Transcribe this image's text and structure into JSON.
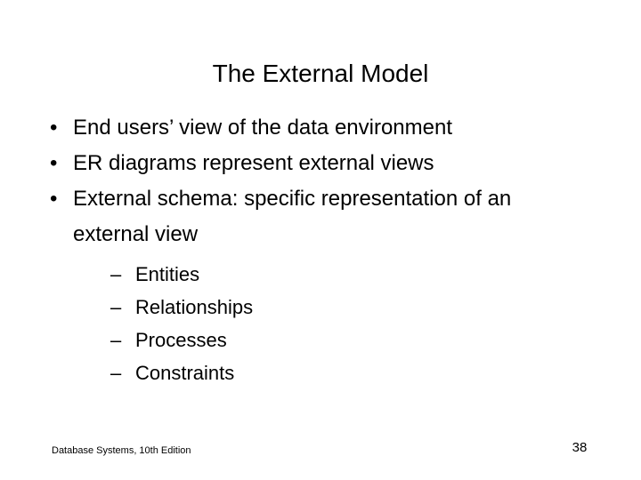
{
  "slide": {
    "title": "The External Model",
    "bullets": [
      {
        "marker": "•",
        "text": "End users’ view of the data environment",
        "subbullets": []
      },
      {
        "marker": "•",
        "text": "ER diagrams represent external views",
        "subbullets": []
      },
      {
        "marker": "•",
        "text": "External schema: specific representation of an external view",
        "subbullets": [
          {
            "marker": "–",
            "text": "Entities"
          },
          {
            "marker": "–",
            "text": "Relationships"
          },
          {
            "marker": "–",
            "text": "Processes"
          },
          {
            "marker": "–",
            "text": "Constraints"
          }
        ]
      }
    ],
    "footer": "Database Systems, 10th Edition",
    "page_number": "38",
    "colors": {
      "background": "#ffffff",
      "text": "#000000"
    }
  }
}
